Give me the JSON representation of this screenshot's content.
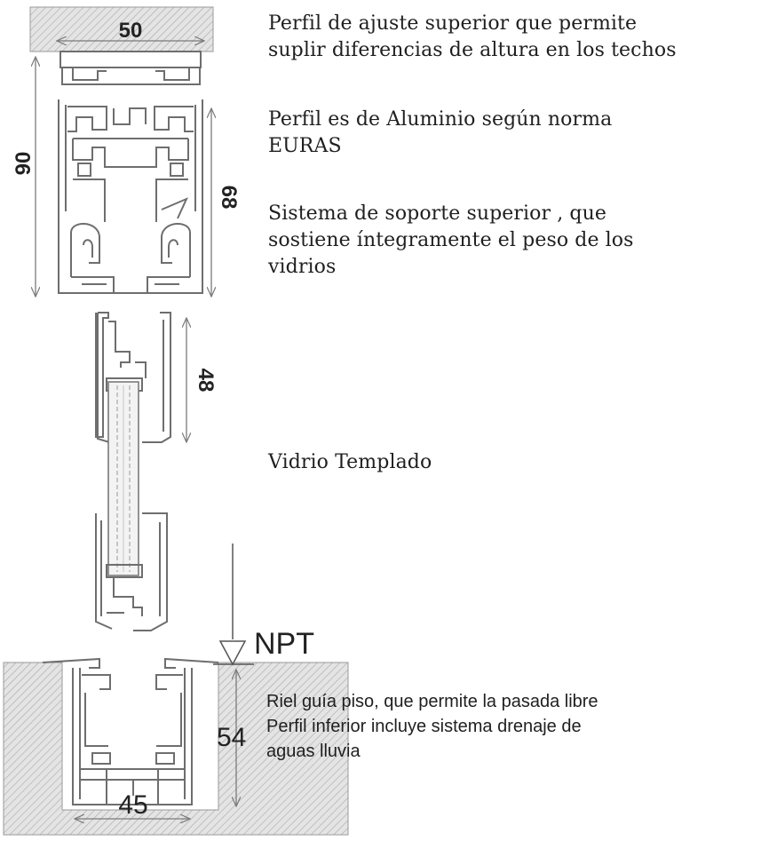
{
  "dimensions": {
    "top_width": "50",
    "total_height": "90",
    "support_height": "68",
    "clip_height": "48",
    "floor_depth": "54",
    "floor_width": "45"
  },
  "level_marker": "NPT",
  "notes": {
    "adjust_profile": "Perfil de ajuste superior que permite\nsuplir diferencias de altura en los techos",
    "aluminium": "Perfil es de Aluminio según norma\nEURAS",
    "top_support": "Sistema de soporte  superior , que\nsostiene íntegramente el peso  de los\nvidrios",
    "glass": "Vidrio Templado",
    "floor_rail": "Riel guía piso, que permite la pasada libre\nPerfil inferior incluye sistema drenaje de\naguas lluvia"
  },
  "colors": {
    "profile_stroke": "#6e6e6e",
    "hatch_fill": "#d9d9d9",
    "dimension_line": "#7a7a7a",
    "text": "#1f1f1f"
  }
}
